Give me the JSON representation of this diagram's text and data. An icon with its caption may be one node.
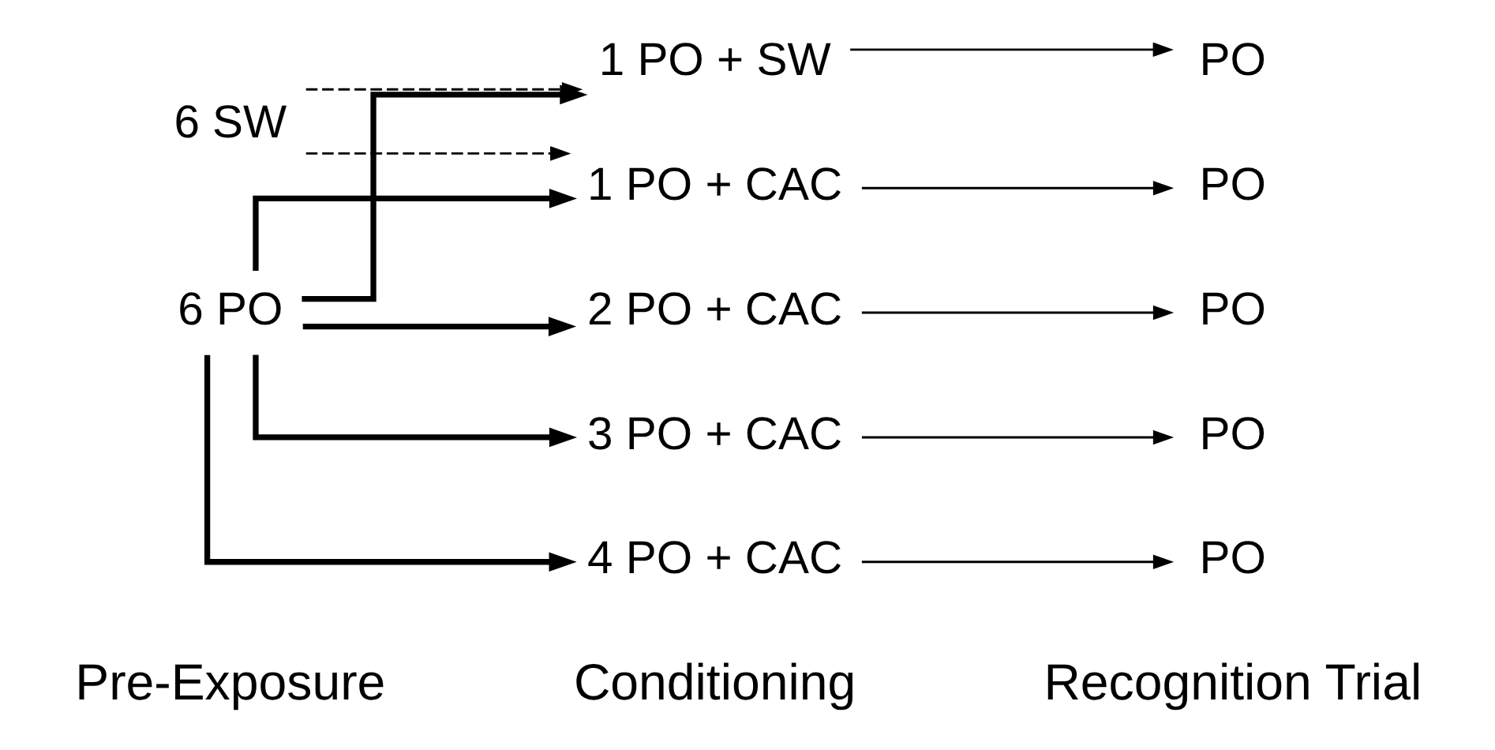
{
  "diagram": {
    "nodes": [
      {
        "text": [
          "6 SW"
        ]
      },
      {
        "text": [
          "6 PO"
        ]
      },
      {
        "text": [
          "1 PO + SW"
        ]
      },
      {
        "text": [
          "1 PO + CAC"
        ]
      },
      {
        "text": [
          "2 PO + CAC"
        ]
      },
      {
        "text": [
          "3 PO + CAC"
        ]
      },
      {
        "text": [
          "4 PO + CAC"
        ]
      },
      {
        "text": [
          "PO"
        ]
      },
      {
        "text": [
          "PO"
        ]
      },
      {
        "text": [
          "PO"
        ]
      },
      {
        "text": [
          "PO"
        ]
      },
      {
        "text": [
          "PO"
        ]
      }
    ],
    "edges": [
      {
        "from": 0,
        "to": 2,
        "arrow": "to",
        "style": "dashed"
      },
      {
        "from": 0,
        "to": 3,
        "arrow": "to",
        "style": "dashed"
      },
      {
        "from": 1,
        "to": 2,
        "arrow": "to",
        "style": "thick"
      },
      {
        "from": 1,
        "to": 3,
        "arrow": "to",
        "style": "thick"
      },
      {
        "from": 1,
        "to": 4,
        "arrow": "to",
        "style": "thick"
      },
      {
        "from": 1,
        "to": 5,
        "arrow": "to",
        "style": "thick"
      },
      {
        "from": 1,
        "to": 6,
        "arrow": "to",
        "style": "thick"
      },
      {
        "from": 2,
        "to": 7,
        "arrow": "to"
      },
      {
        "from": 3,
        "to": 8,
        "arrow": "to"
      },
      {
        "from": 4,
        "to": 9,
        "arrow": "to"
      },
      {
        "from": 5,
        "to": 10,
        "arrow": "to"
      },
      {
        "from": 6,
        "to": 11,
        "arrow": "to"
      }
    ],
    "labels": [
      "Pre-Exposure",
      "Conditioning",
      "Recognition Trial"
    ]
  }
}
